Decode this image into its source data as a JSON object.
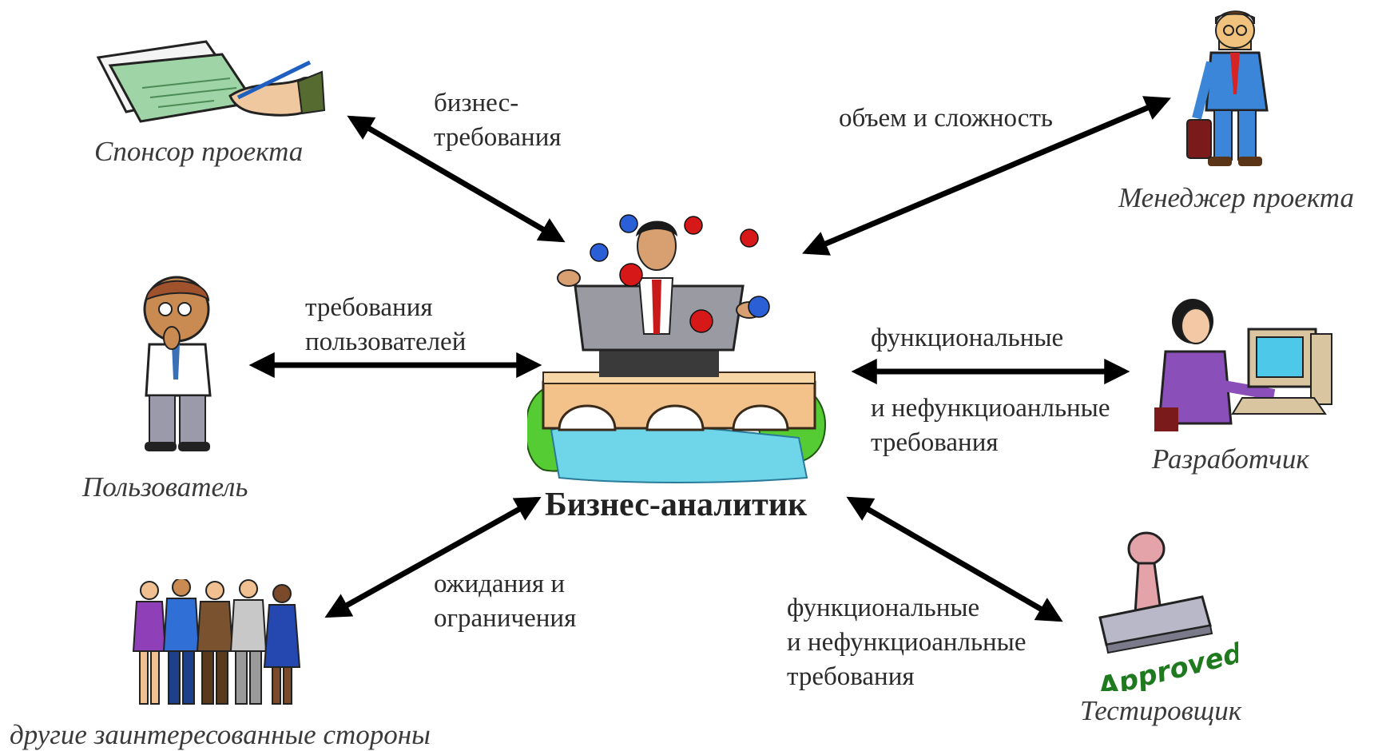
{
  "center": {
    "title": "Бизнес-аналитик",
    "icon": "juggling-analyst-icon"
  },
  "roles": {
    "sponsor": {
      "label": "Спонсор проекта",
      "icon": "check-signing-icon"
    },
    "manager": {
      "label": "Менеджер проекта",
      "icon": "manager-with-briefcase-icon"
    },
    "user": {
      "label": "Пользователь",
      "icon": "thinking-user-icon"
    },
    "developer": {
      "label": "Разработчик",
      "icon": "developer-at-computer-icon"
    },
    "stakeholders": {
      "label": "другие заинтересованные стороны",
      "icon": "group-of-people-icon"
    },
    "tester": {
      "label": "Тестировщик",
      "icon": "approved-stamp-icon",
      "stamp_text": "Approved"
    }
  },
  "edges": {
    "sponsor": {
      "lines": [
        "бизнес-",
        "требования"
      ]
    },
    "manager": {
      "lines": [
        "объем и сложность"
      ]
    },
    "user": {
      "lines": [
        "требования",
        "пользователей"
      ]
    },
    "developer": {
      "top": "функциональные",
      "bottom": [
        "и нефункциоанльные",
        "требования"
      ]
    },
    "stakeholders": {
      "lines": [
        "ожидания и",
        "ограничения"
      ]
    },
    "tester": {
      "lines": [
        "функциональные",
        "и нефункциоанльные",
        "требования"
      ]
    }
  },
  "colors": {
    "arrow": "#000000",
    "text": "#2b2b2b",
    "role_text": "#3a3a3a",
    "approved": "#1f7a1f"
  }
}
